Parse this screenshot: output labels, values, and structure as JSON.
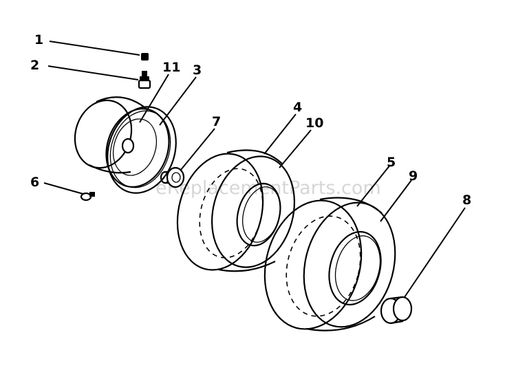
{
  "callouts": [
    {
      "id": "1",
      "label": "1"
    },
    {
      "id": "2",
      "label": "2"
    },
    {
      "id": "11",
      "label": "11"
    },
    {
      "id": "3",
      "label": "3"
    },
    {
      "id": "7",
      "label": "7"
    },
    {
      "id": "4",
      "label": "4"
    },
    {
      "id": "10",
      "label": "10"
    },
    {
      "id": "6",
      "label": "6"
    },
    {
      "id": "5",
      "label": "5"
    },
    {
      "id": "9",
      "label": "9"
    },
    {
      "id": "8",
      "label": "8"
    }
  ],
  "watermark": "eReplacementParts.com",
  "colors": {
    "ink": "#000000",
    "background": "#ffffff",
    "watermark": "#d6d6d6"
  }
}
